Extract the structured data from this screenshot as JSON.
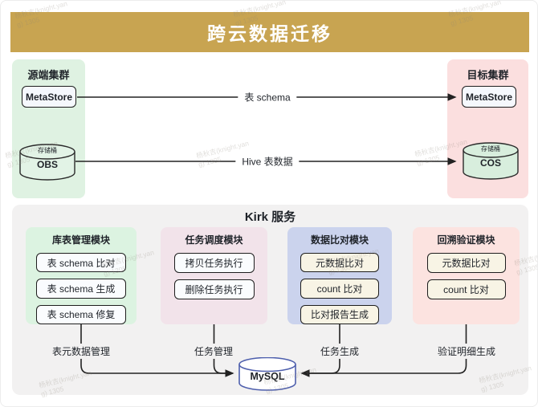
{
  "title": "跨云数据迁移",
  "watermark": {
    "line1": "杨秋吉(knight.yan",
    "line2": "g) 1305"
  },
  "source_cluster": {
    "title": "源端集群",
    "metastore": "MetaStore",
    "bucket": {
      "label": "存储桶",
      "name": "OBS"
    }
  },
  "target_cluster": {
    "title": "目标集群",
    "metastore": "MetaStore",
    "bucket": {
      "label": "存储桶",
      "name": "COS"
    }
  },
  "flows": {
    "schema": "表 schema",
    "hive": "Hive 表数据"
  },
  "kirk": {
    "title": "Kirk 服务",
    "modules": [
      {
        "title": "库表管理模块",
        "items": [
          "表 schema 比对",
          "表 schema 生成",
          "表 schema 修复"
        ],
        "output": "表元数据管理"
      },
      {
        "title": "任务调度模块",
        "items": [
          "拷贝任务执行",
          "删除任务执行"
        ],
        "output": "任务管理"
      },
      {
        "title": "数据比对模块",
        "items": [
          "元数据比对",
          "count 比对",
          "比对报告生成"
        ],
        "output": "任务生成"
      },
      {
        "title": "回溯验证模块",
        "items": [
          "元数据比对",
          "count 比对"
        ],
        "output": "验证明细生成"
      }
    ],
    "database": "MySQL"
  },
  "colors": {
    "banner": "#c8a451",
    "source_panel": "#dff2e2",
    "target_panel": "#fbdfdf",
    "kirk_panel": "#f2f1f1",
    "module_green": "#dcf3e1",
    "module_mauve": "#f2e3ea",
    "module_lavender": "#cbd3ed",
    "module_pink": "#fce3e0",
    "button_light": "#fafcfe",
    "button_cream": "#f8f4e5",
    "mysql_border": "#4e5fad",
    "line": "#222222"
  }
}
